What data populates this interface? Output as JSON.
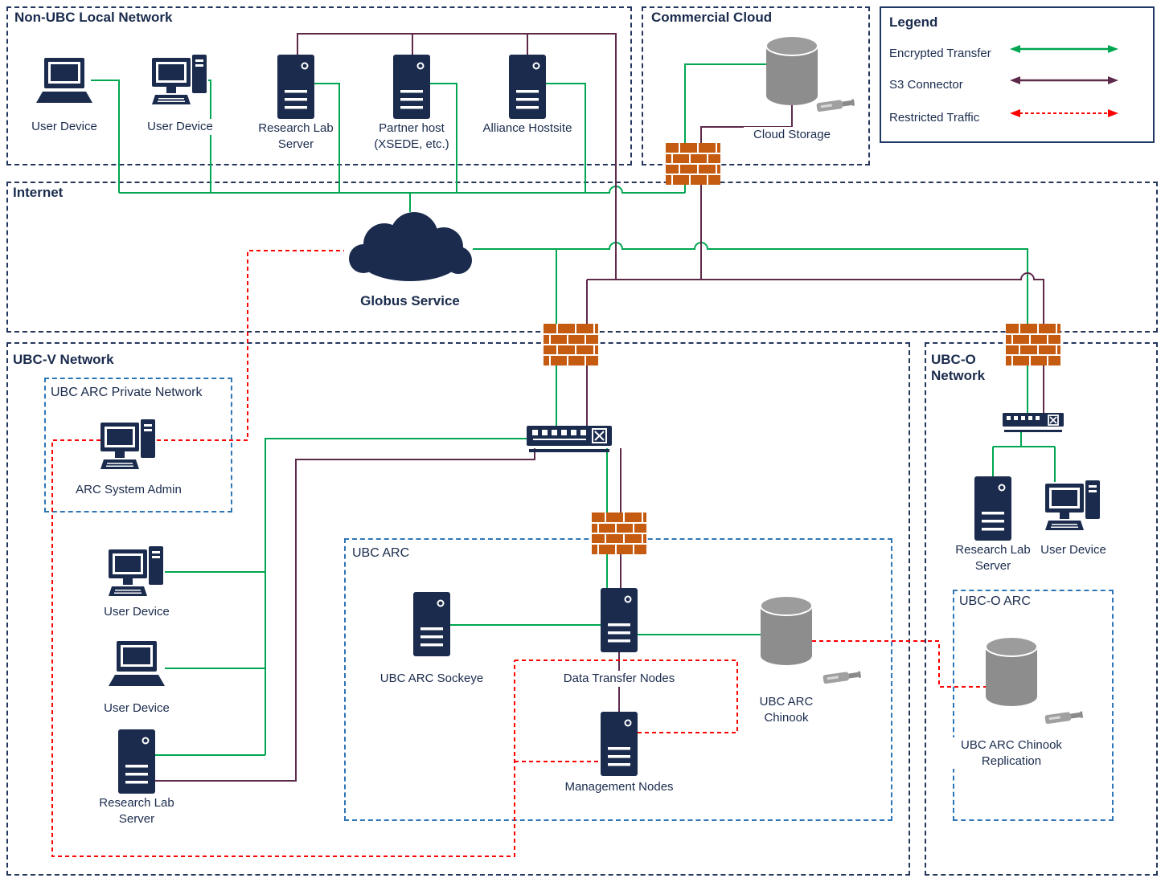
{
  "colors": {
    "encrypted": "#00a651",
    "s3": "#5d2a4a",
    "restricted": "#ff0000",
    "navy": "#1a2b4d",
    "firewall": "#c55a11",
    "storage": "#8d8d8d"
  },
  "regions": {
    "non_ubc": "Non-UBC Local Network",
    "commercial_cloud": "Commercial Cloud",
    "internet": "Internet",
    "ubc_v": "UBC-V Network",
    "arc_private": "UBC ARC Private Network",
    "ubc_arc": "UBC ARC",
    "ubc_o": "UBC-O Network",
    "ubc_o_arc": "UBC-O ARC"
  },
  "legend": {
    "title": "Legend",
    "items": [
      {
        "label": "Encrypted Transfer",
        "color": "#00a651",
        "style": "solid"
      },
      {
        "label": "S3 Connector",
        "color": "#5d2a4a",
        "style": "solid"
      },
      {
        "label": "Restricted Traffic",
        "color": "#ff0000",
        "style": "dotted"
      }
    ]
  },
  "icons": {
    "laptop": "laptop-computer",
    "desktop": "desktop-computer",
    "server": "tower-server",
    "storage": "database-cylinder",
    "cloud": "cloud-service",
    "firewall": "brick-wall-firewall",
    "switch": "network-switch",
    "usb": "flash-drive"
  },
  "nodes": [
    {
      "label": "User Device",
      "type": "laptop"
    },
    {
      "label": "User Device",
      "type": "desktop"
    },
    {
      "label": "Research Lab Server",
      "type": "server"
    },
    {
      "label": "Partner host (XSEDE, etc.)",
      "type": "server"
    },
    {
      "label": "Alliance Hostsite",
      "type": "server"
    },
    {
      "label": "Cloud Storage",
      "type": "storage"
    },
    {
      "label": "Globus Service",
      "type": "cloud"
    },
    {
      "label": "ARC System Admin",
      "type": "desktop"
    },
    {
      "label": "User Device",
      "type": "desktop"
    },
    {
      "label": "User Device",
      "type": "laptop"
    },
    {
      "label": "Research Lab Server",
      "type": "server"
    },
    {
      "label": "UBC ARC Sockeye",
      "type": "server"
    },
    {
      "label": "Data Transfer Nodes",
      "type": "server"
    },
    {
      "label": "Management Nodes",
      "type": "server"
    },
    {
      "label": "UBC ARC Chinook",
      "type": "storage"
    },
    {
      "label": "Research Lab Server",
      "type": "server"
    },
    {
      "label": "User Device",
      "type": "desktop"
    },
    {
      "label": "UBC ARC Chinook Replication",
      "type": "storage"
    }
  ]
}
